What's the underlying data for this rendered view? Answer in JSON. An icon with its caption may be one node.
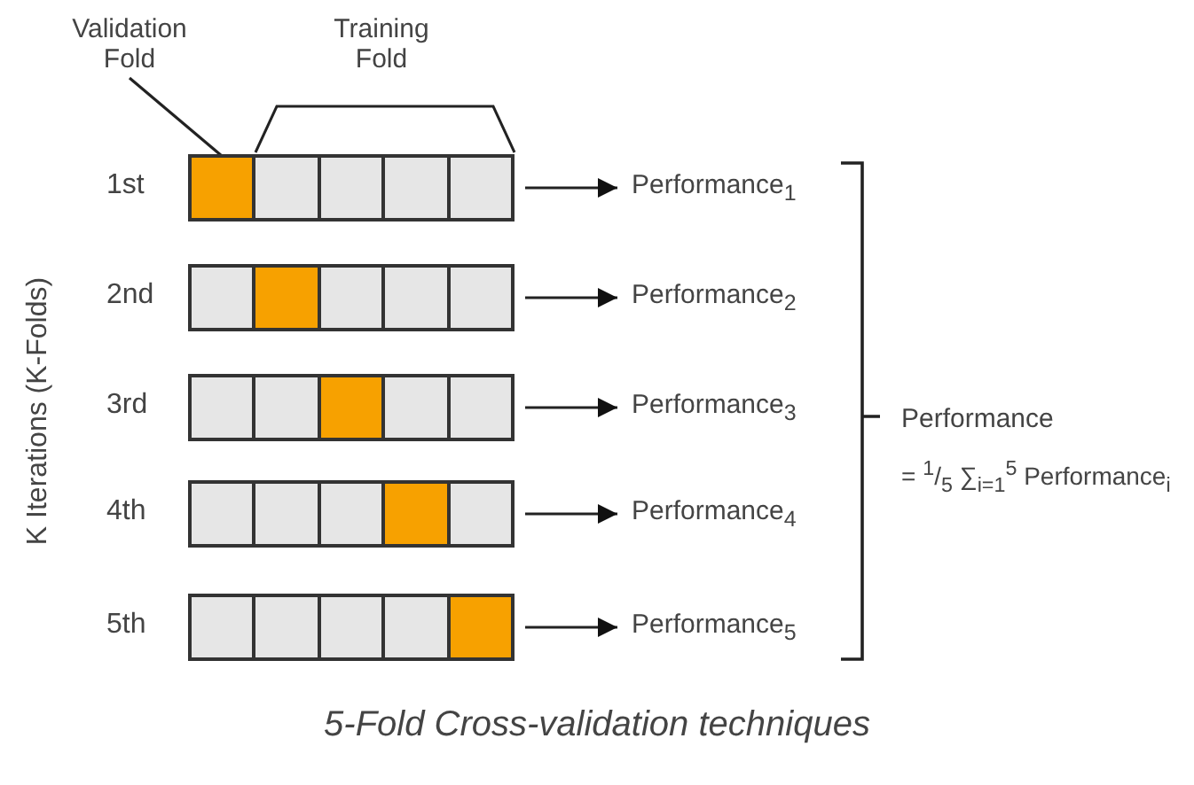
{
  "diagram": {
    "caption": "5-Fold Cross-validation techniques",
    "nodes": [
      {
        "text": [
          "Validation Fold"
        ]
      },
      {
        "text": [],
        "shape": "bar",
        "beside": [
          "1st"
        ]
      },
      {
        "text": [],
        "shape": "box",
        "in": 1
      },
      {
        "text": [],
        "shape": "bar",
        "beside": [
          "2nd"
        ]
      },
      {
        "text": [],
        "shape": "bar",
        "beside": [
          "3rd"
        ]
      },
      {
        "text": [],
        "shape": "bar",
        "beside": [
          "4th"
        ]
      },
      {
        "text": [],
        "shape": "bar",
        "beside": [
          "5th"
        ]
      },
      {
        "text": [
          "Performance$_{1}$"
        ]
      },
      {
        "text": [
          "Performance$_{2}$"
        ]
      },
      {
        "text": [
          "Performance$_{3}$"
        ]
      },
      {
        "text": [
          "Performance$_{4}$"
        ]
      },
      {
        "text": [
          "Performance$_{5}$"
        ]
      }
    ],
    "edges": [
      {
        "from": 0,
        "to": 2,
        "arrow": "none"
      },
      {
        "from": 1,
        "to": 7,
        "arrow": "to"
      },
      {
        "from": 3,
        "to": 8,
        "arrow": "to"
      },
      {
        "from": 4,
        "to": 9,
        "arrow": "to"
      },
      {
        "from": 5,
        "to": 10,
        "arrow": "to"
      },
      {
        "from": 6,
        "to": 11,
        "arrow": "to"
      }
    ],
    "labels": [
      "Training Fold",
      "K Iterations (K-Folds)",
      "Performance",
      "= $^{1}$/$_{5}$ ∑$_{i=1}$$^{5}$ Performance$_{i}$"
    ]
  }
}
